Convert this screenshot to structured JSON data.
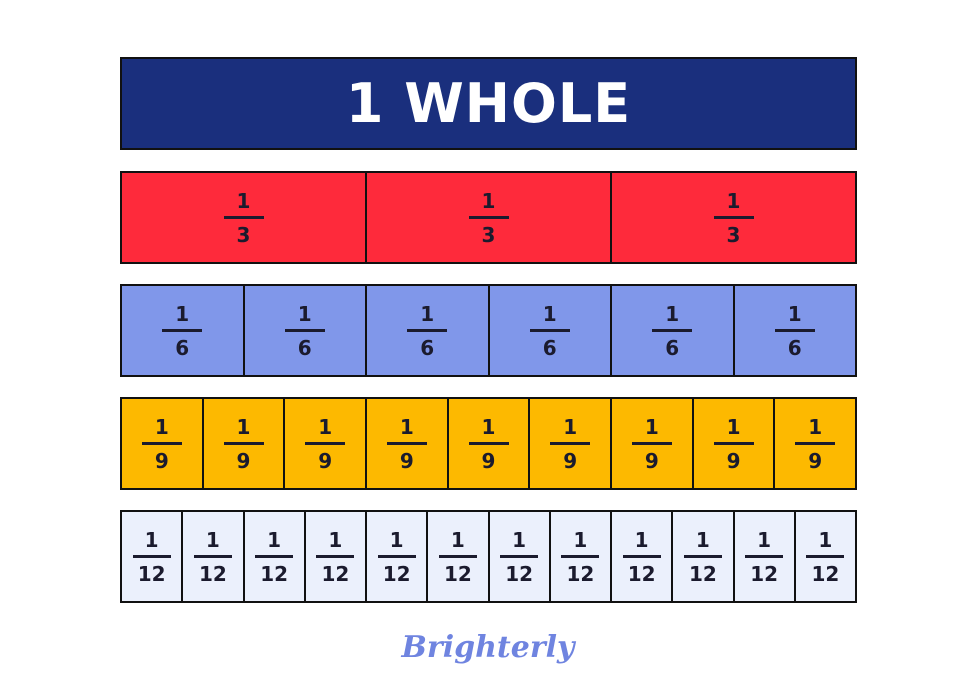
{
  "whole": {
    "label": "1 WHOLE"
  },
  "rows": [
    {
      "numerator": "1",
      "denominator": "3",
      "count": 3,
      "color": "#fe2a3b"
    },
    {
      "numerator": "1",
      "denominator": "6",
      "count": 6,
      "color": "#8097ea"
    },
    {
      "numerator": "1",
      "denominator": "9",
      "count": 9,
      "color": "#fdb900"
    },
    {
      "numerator": "1",
      "denominator": "12",
      "count": 12,
      "color": "#ebf0fc"
    }
  ],
  "colors": {
    "whole": "#1a2f7d",
    "text": "#1b1b2e",
    "logo": "#6f84e0",
    "logo_spark": "#fdb900"
  },
  "logo": {
    "text": "Brighterly"
  }
}
